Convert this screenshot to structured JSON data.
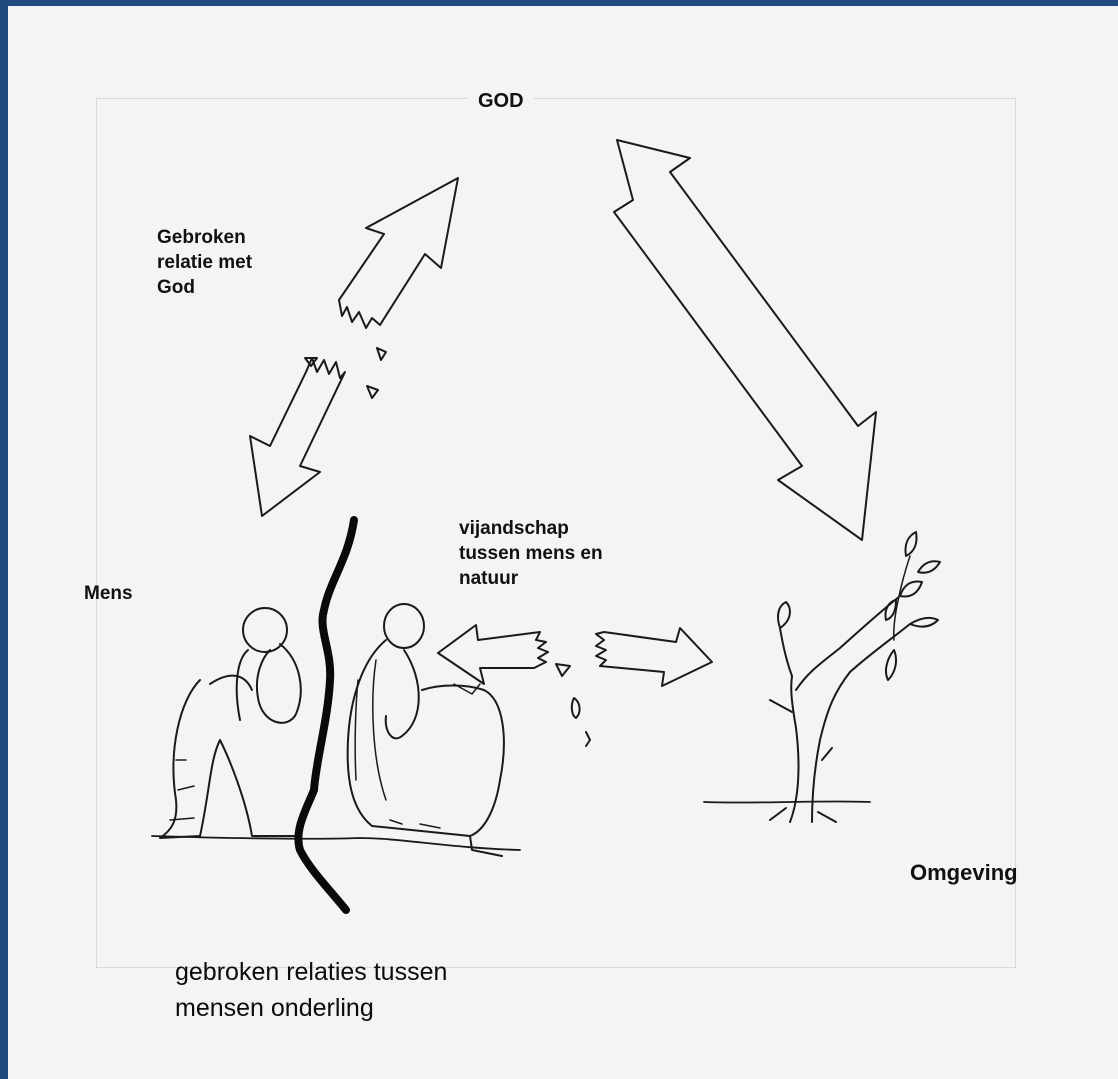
{
  "labels": {
    "god": "GOD",
    "broken_relation_god": "Gebroken\nrelatie met\nGod",
    "human": "Mens",
    "enmity_nature": "vijandschap\ntussen mens en\nnatuur",
    "environment": "Omgeving",
    "broken_between_people": "gebroken relaties tussen\nmensen onderling"
  },
  "colors": {
    "background": "#1f4a80",
    "paper": "#f4f4f2",
    "ink": "#111111"
  },
  "icons": [
    "double-arrow-icon",
    "broken-double-arrow-icon",
    "people-figures-icon",
    "crack-line-icon",
    "tree-icon"
  ]
}
